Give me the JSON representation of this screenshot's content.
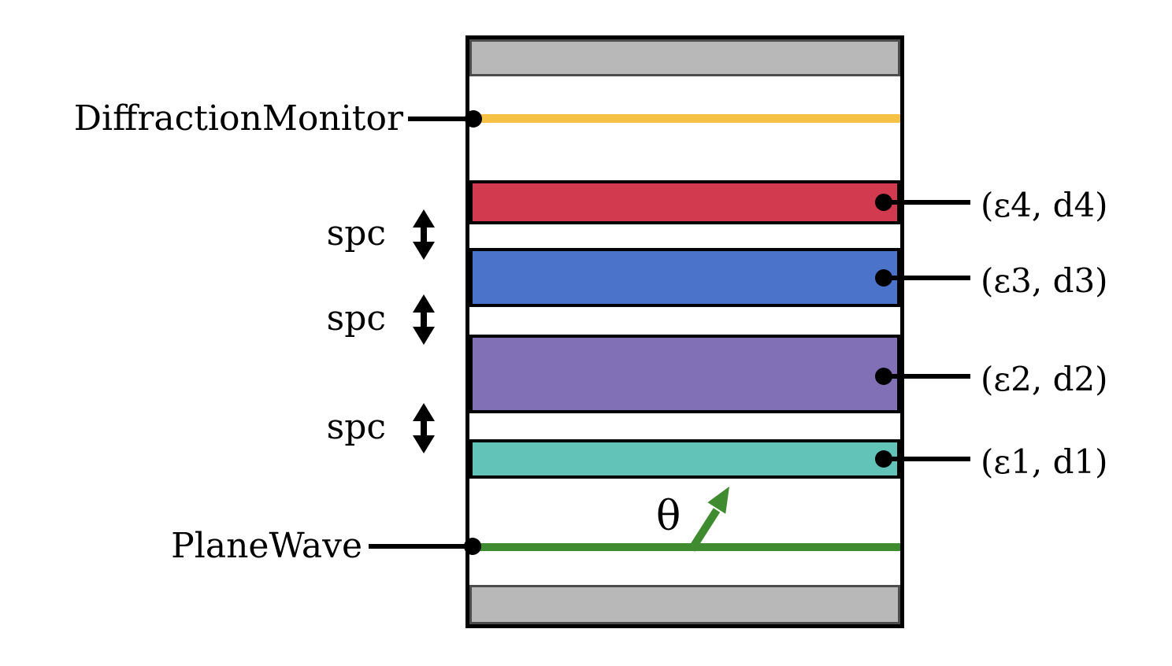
{
  "diagram": {
    "labels": {
      "monitor": "DiffractionMonitor",
      "source": "PlaneWave",
      "spacer": "spc",
      "angle": "θ"
    },
    "layers": [
      {
        "id": "layer4",
        "label": "(ε4, d4)",
        "color": "#d23b4f"
      },
      {
        "id": "layer3",
        "label": "(ε3, d3)",
        "color": "#4a73c9"
      },
      {
        "id": "layer2",
        "label": "(ε2, d2)",
        "color": "#8170b5"
      },
      {
        "id": "layer1",
        "label": "(ε1, d1)",
        "color": "#62c3b9"
      }
    ],
    "colors": {
      "monitor_line": "#f5c245",
      "source_line": "#3e8b30",
      "pml_fill": "#b8b8b8",
      "pml_border": "#4d4d4d",
      "outline": "#000000"
    }
  }
}
